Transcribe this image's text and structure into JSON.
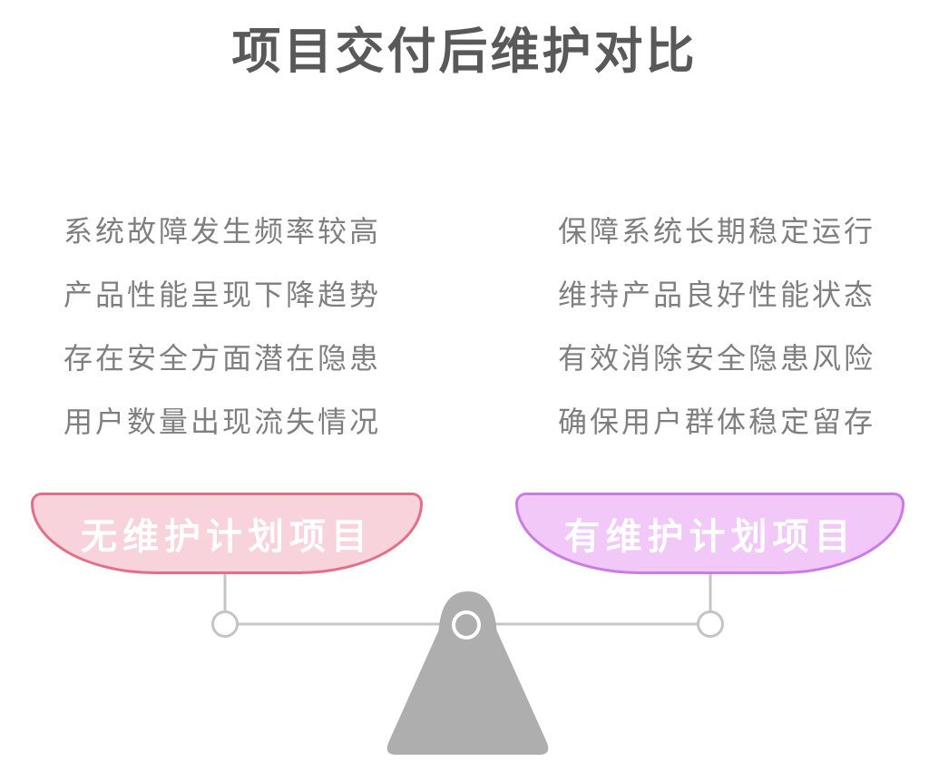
{
  "title": "项目交付后维护对比",
  "comparison": {
    "left": {
      "items": [
        "系统故障发生频率较高",
        "产品性能呈现下降趋势",
        "存在安全方面潜在隐患",
        "用户数量出现流失情况"
      ],
      "pan_label": "无维护计划项目",
      "pan_fill_color": "#F8D3DC",
      "pan_border_color": "#E56E87"
    },
    "right": {
      "items": [
        "保障系统长期稳定运行",
        "维持产品良好性能状态",
        "有效消除安全隐患风险",
        "确保用户群体稳定留存"
      ],
      "pan_label": "有维护计划项目",
      "pan_fill_color": "#F2C8F8",
      "pan_border_color": "#CA7BE4"
    }
  },
  "colors": {
    "title_text": "#595959",
    "item_text": "#7F7F7F",
    "pan_label_text": "#FFFFFF",
    "scale_base_gray": "#AEAEAE",
    "scale_line_gray": "#C6C6C6",
    "background": "#FFFFFF"
  }
}
